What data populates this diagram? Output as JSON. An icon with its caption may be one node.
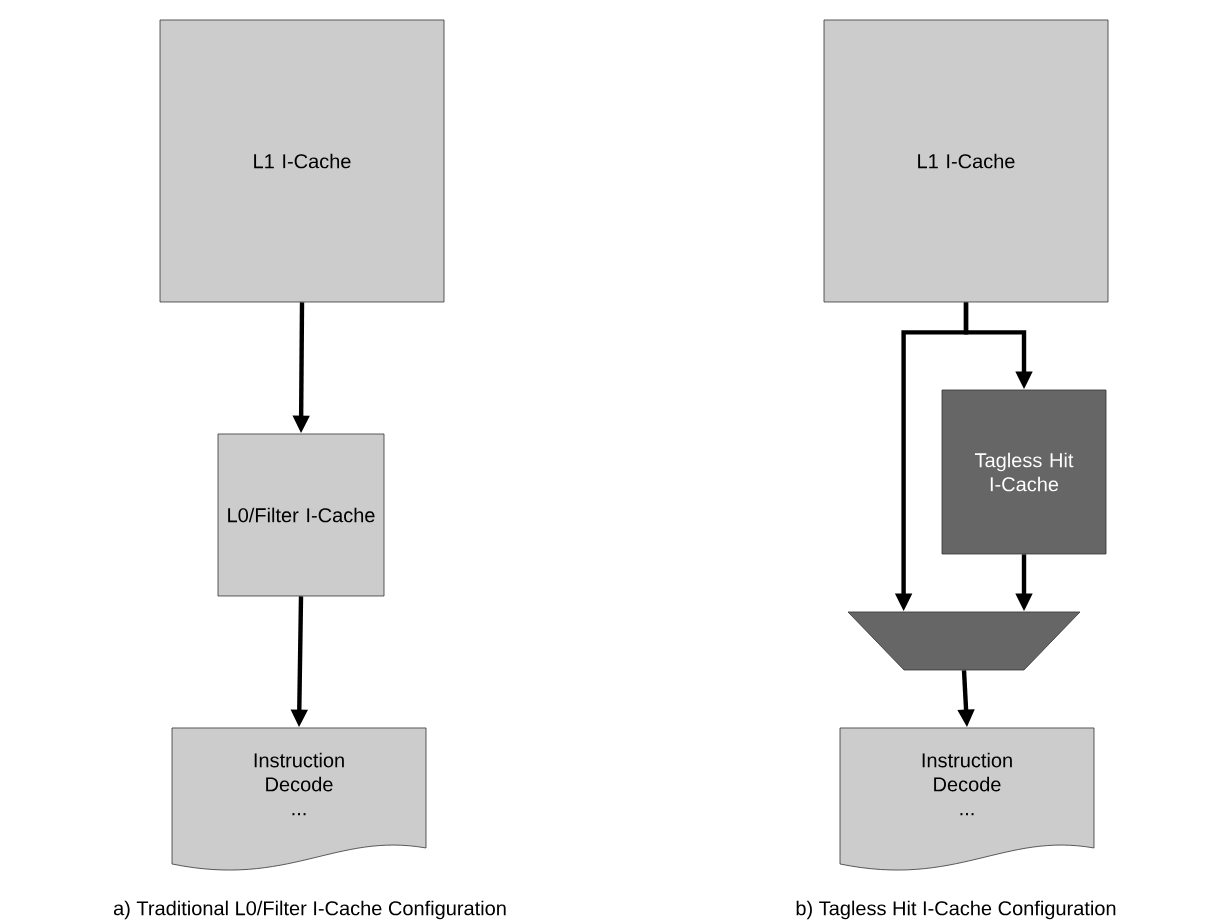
{
  "diagram": {
    "nodes": [
      {
        "text": [
          "L1 I-Cache"
        ]
      },
      {
        "text": [
          "L0/Filter I-Cache"
        ]
      },
      {
        "text": [
          "Instruction Decode",
          "..."
        ]
      },
      {
        "text": [
          "L1 I-Cache"
        ]
      },
      {
        "text": [
          "Tagless Hit I-Cache"
        ]
      },
      {
        "text": [],
        "shape": "trapezoid"
      },
      {
        "text": [
          "Instruction Decode",
          "..."
        ]
      }
    ],
    "edges": [
      {
        "from": 0,
        "to": 1,
        "arrow": "to"
      },
      {
        "from": 1,
        "to": 2,
        "arrow": "to"
      },
      {
        "from": 3,
        "to": 5,
        "arrow": "to"
      },
      {
        "from": 3,
        "to": 4,
        "arrow": "to"
      },
      {
        "from": 4,
        "to": 5,
        "arrow": "to"
      },
      {
        "from": 5,
        "to": 6,
        "arrow": "to"
      }
    ],
    "labels": [
      "a) Traditional L0/Filter I-Cache Configuration",
      "b) Tagless Hit I-Cache Configuration"
    ]
  }
}
